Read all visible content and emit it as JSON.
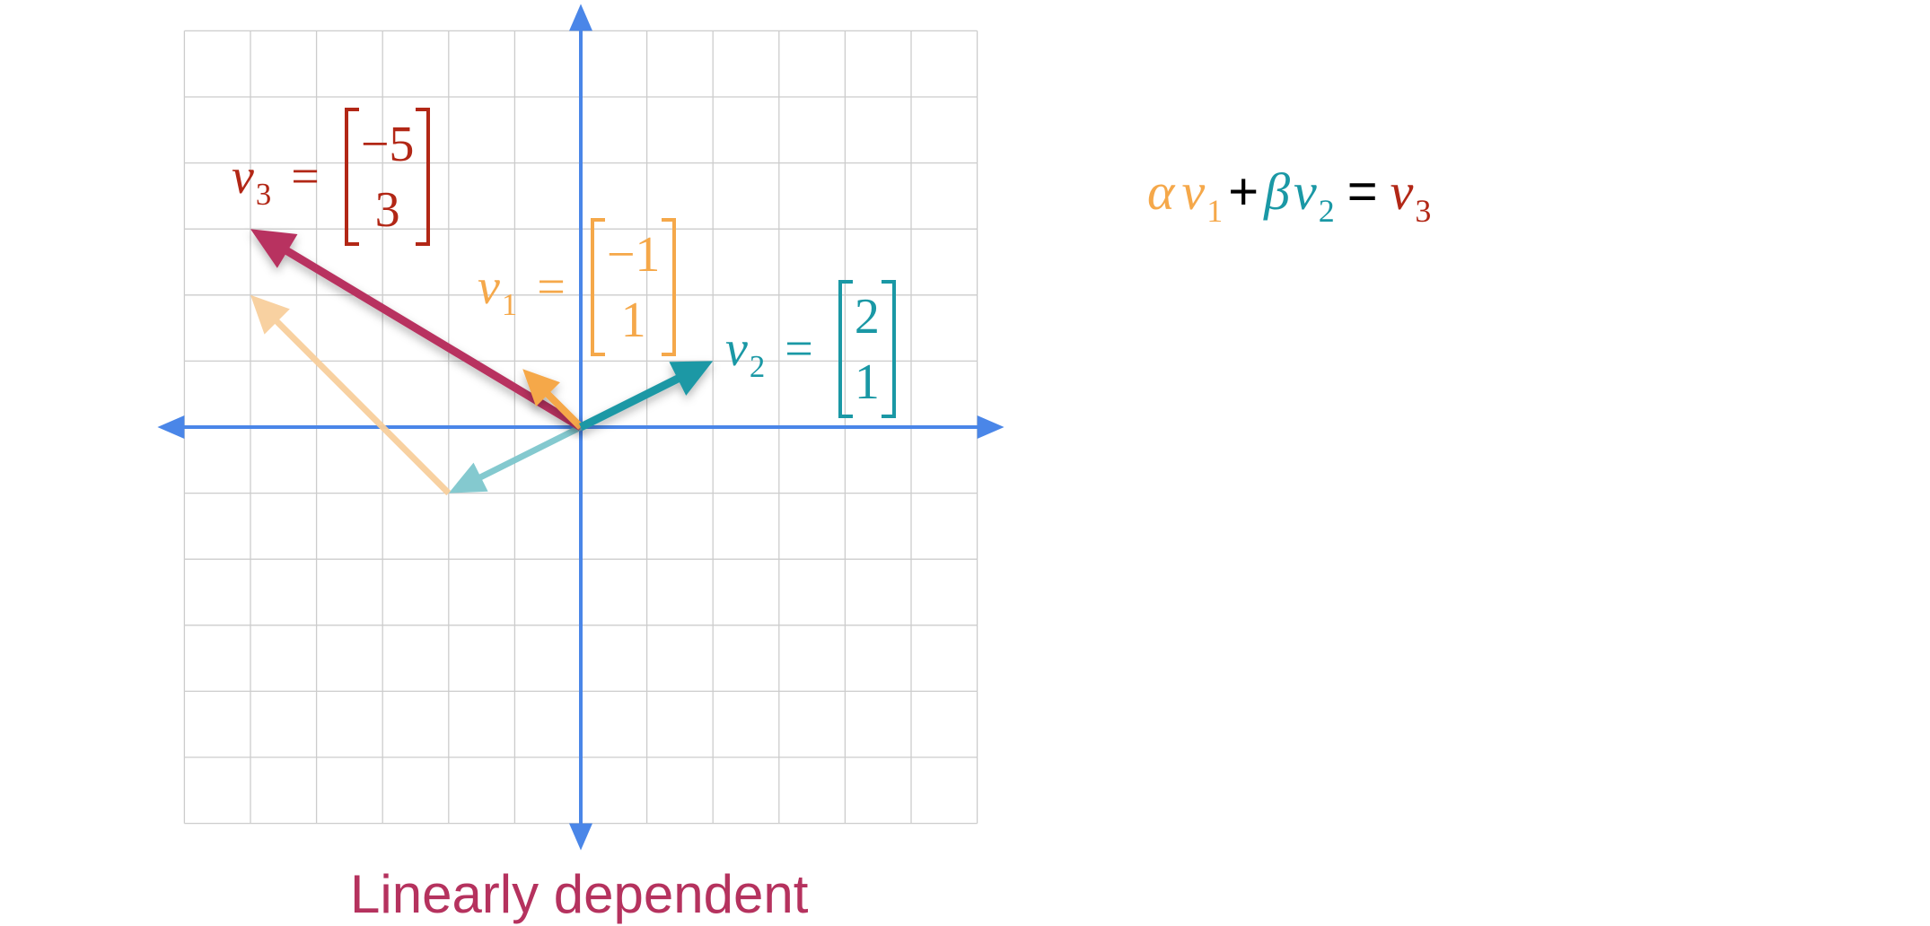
{
  "title": "Linearly dependent",
  "vectors": [
    {
      "id": "v1",
      "name": "v",
      "sub": "1",
      "equals": "=",
      "entries": [
        "−1",
        "1"
      ],
      "color": "#f5a84a"
    },
    {
      "id": "v2",
      "name": "v",
      "sub": "2",
      "equals": "=",
      "entries": [
        "2",
        "1"
      ],
      "color": "#1a98a5"
    },
    {
      "id": "v3",
      "name": "v",
      "sub": "3",
      "equals": "=",
      "entries": [
        "−5",
        "3"
      ],
      "color": "#b22716"
    }
  ],
  "formula": {
    "alpha": "α",
    "v1": "v",
    "v1_sub": "1",
    "plus": "+",
    "beta": "β",
    "v2": "v",
    "v2_sub": "2",
    "equals": "=",
    "v3": "v",
    "v3_sub": "3"
  },
  "colors": {
    "axis": "#4a86e8",
    "grid": "#cccccc",
    "v1": "#f5a84a",
    "v1_faded": "#f8cf9c",
    "v2": "#1a98a5",
    "v2_faded": "#7ec7cd",
    "v3_arrow": "#b83360",
    "v3_text": "#b22716",
    "title": "#b5325e"
  },
  "plot": {
    "x_range": [
      -6,
      6
    ],
    "y_range": [
      -6,
      6
    ],
    "grid": true,
    "coefficients": {
      "alpha": 3,
      "beta": -1
    }
  }
}
